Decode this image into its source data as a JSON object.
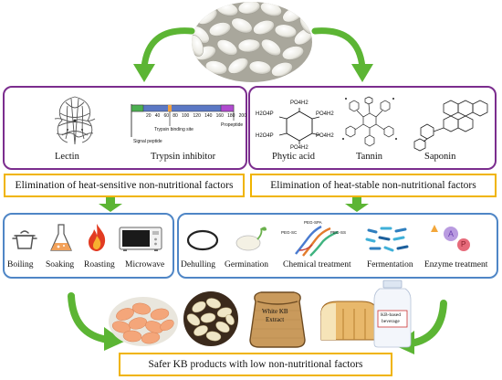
{
  "top_left": {
    "items": [
      {
        "label": "Lectin",
        "icon": "lectin-structure-icon"
      },
      {
        "label": "Trypsin inhibitor",
        "icon": "trypsin-inhibitor-diagram-icon"
      }
    ],
    "trypsin_diagram": {
      "ticks": [
        "20",
        "40",
        "60",
        "80",
        "100",
        "120",
        "140",
        "160",
        "180",
        "200"
      ],
      "signal_peptide": "Signal peptide",
      "binding_site": "Trypsin binding site",
      "propeptide": "Propeptide"
    },
    "banner": "Elimination of heat-sensitive non-nutritional factors"
  },
  "top_right": {
    "items": [
      {
        "label": "Phytic acid",
        "icon": "phytic-acid-structure-icon"
      },
      {
        "label": "Tannin",
        "icon": "tannin-structure-icon"
      },
      {
        "label": "Saponin",
        "icon": "saponin-structure-icon"
      }
    ],
    "phytic_labels": {
      "top": "PO4H2",
      "left_upper": "H2O4P",
      "right_upper": "PO4H2",
      "left_lower": "H2O4P",
      "right_lower": "PO4H2",
      "bottom": "PO4H2"
    },
    "banner": "Elimination of heat-stable  non-nutritional factors"
  },
  "middle_left": {
    "methods": [
      {
        "label": "Boiling",
        "icon": "pot-icon"
      },
      {
        "label": "Soaking",
        "icon": "flask-icon"
      },
      {
        "label": "Roasting",
        "icon": "fire-icon"
      },
      {
        "label": "Microwave",
        "icon": "microwave-icon"
      }
    ]
  },
  "middle_right": {
    "methods": [
      {
        "label": "Dehulling",
        "icon": "seed-ring-icon"
      },
      {
        "label": "Germination",
        "icon": "sprouting-seed-icon"
      },
      {
        "label": "Chemical treatment",
        "icon": "peg-polymer-icon"
      },
      {
        "label": "Fermentation",
        "icon": "bacteria-icon"
      },
      {
        "label": "Enzyme treatment",
        "icon": "enzyme-icon"
      }
    ],
    "peg_labels": [
      "PEG-SC",
      "PEG-SPA",
      "PEG-SS"
    ],
    "enzyme_letters": [
      "A",
      "P"
    ]
  },
  "products": {
    "sack_label_1": "White KB",
    "sack_label_2": "Extract",
    "bottle_label_1": "KB-based",
    "bottle_label_2": "beverage",
    "banner": "Safer KB products with low non-nutritional factors",
    "icons": [
      "boiled-beans-icon",
      "raw-beans-icon",
      "extract-sack-icon",
      "bread-icon",
      "beverage-bottle-icon"
    ]
  },
  "colors": {
    "purple_border": "#7b2d8e",
    "blue_border": "#4f86c6",
    "banner_border": "#f0b400",
    "arrow_green": "#5cb534"
  }
}
